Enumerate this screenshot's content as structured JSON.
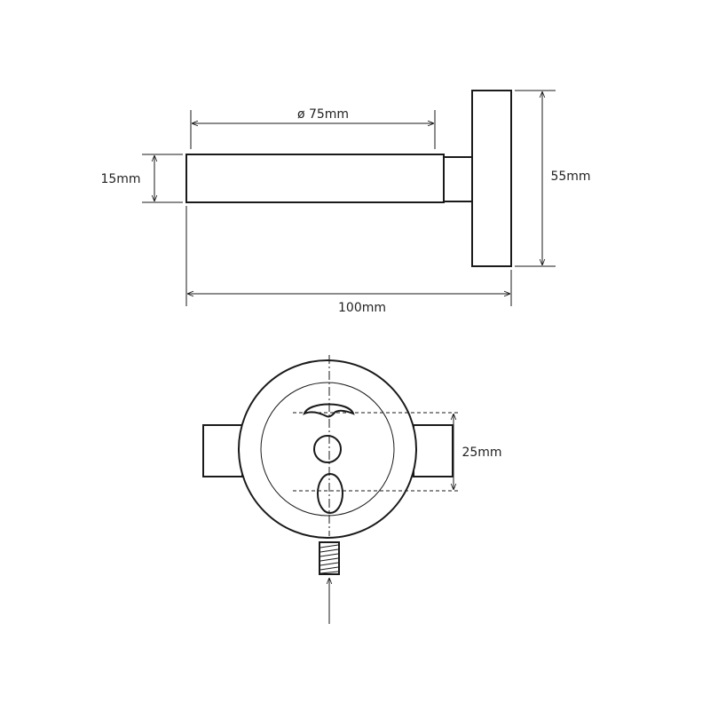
{
  "dimensions": {
    "diameter_label": "ø 75mm",
    "height_label": "15mm",
    "flange_label": "55mm",
    "length_label": "100mm",
    "spacing_label": "25mm"
  },
  "colors": {
    "line": "#1a1a1a",
    "background": "#ffffff"
  }
}
